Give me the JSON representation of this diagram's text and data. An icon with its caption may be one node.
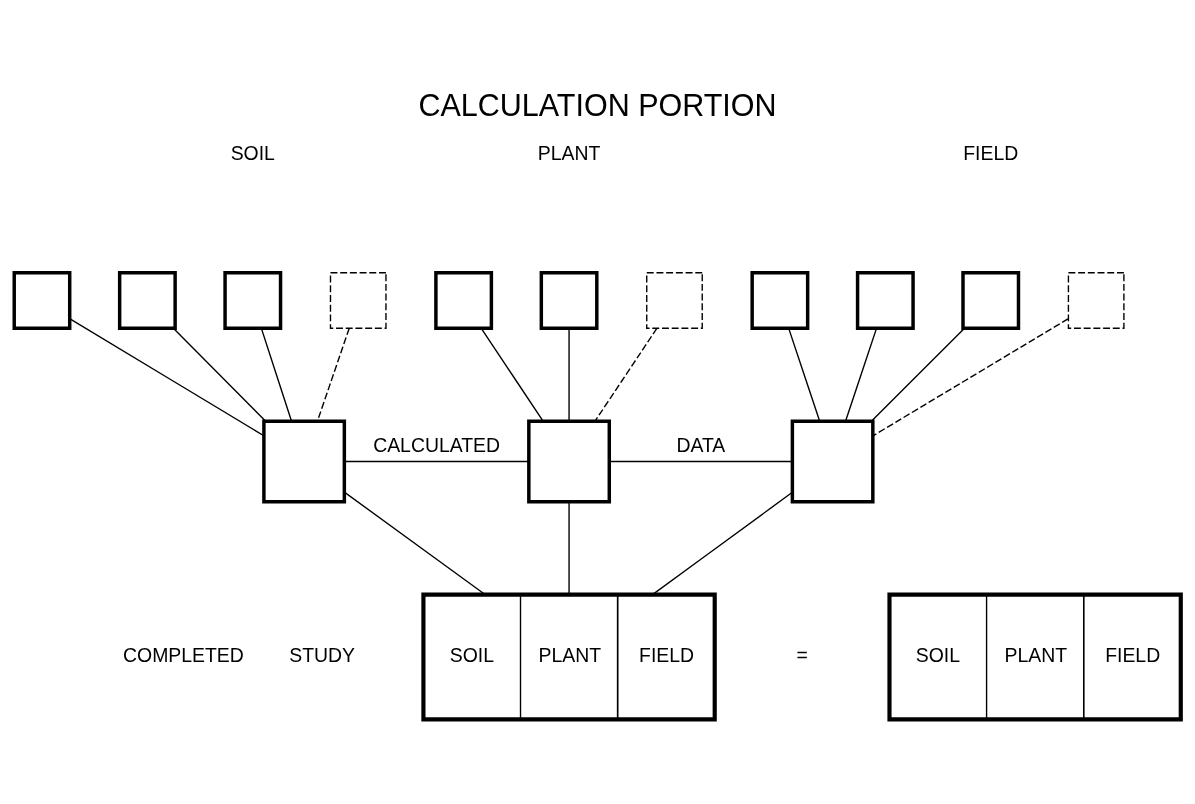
{
  "diagram": {
    "title": "CALCULATION PORTION",
    "nodes": [
      {
        "text": [],
        "shape": "box"
      },
      {
        "text": [],
        "shape": "box"
      },
      {
        "text": [],
        "shape": "box"
      },
      {
        "text": [],
        "shape": "box"
      },
      {
        "text": [],
        "shape": "box"
      },
      {
        "text": [],
        "shape": "box"
      },
      {
        "text": [],
        "shape": "box"
      },
      {
        "text": [],
        "shape": "box"
      },
      {
        "text": [],
        "shape": "box"
      },
      {
        "text": [],
        "shape": "box"
      },
      {
        "text": [],
        "shape": "box"
      },
      {
        "text": [],
        "shape": "box"
      },
      {
        "text": [],
        "shape": "box"
      },
      {
        "text": [],
        "shape": "box"
      },
      {
        "text": [
          "SOIL",
          "PLANT",
          "FIELD"
        ]
      },
      {
        "text": [
          "SOIL",
          "PLANT",
          "FIELD"
        ]
      }
    ],
    "edges": [
      {
        "from": 0,
        "to": 10,
        "arrow": "none"
      },
      {
        "from": 1,
        "to": 10,
        "arrow": "none"
      },
      {
        "from": 2,
        "to": 10,
        "arrow": "none"
      },
      {
        "from": 3,
        "to": 10,
        "arrow": "none",
        "style": "dashed"
      },
      {
        "from": 4,
        "to": 11,
        "arrow": "none"
      },
      {
        "from": 5,
        "to": 11,
        "arrow": "none"
      },
      {
        "from": 6,
        "to": 11,
        "arrow": "none",
        "style": "dashed"
      },
      {
        "from": 7,
        "to": 12,
        "arrow": "none"
      },
      {
        "from": 8,
        "to": 12,
        "arrow": "none"
      },
      {
        "from": 9,
        "to": 12,
        "arrow": "none"
      },
      {
        "from": 13,
        "to": 12,
        "arrow": "none",
        "style": "dashed"
      },
      {
        "from": 10,
        "to": 11,
        "arrow": "none",
        "label": "CALCULATED"
      },
      {
        "from": 11,
        "to": 12,
        "arrow": "none",
        "label": "DATA"
      },
      {
        "from": 10,
        "to": 14,
        "arrow": "none"
      },
      {
        "from": 11,
        "to": 14,
        "arrow": "none"
      },
      {
        "from": 12,
        "to": 14,
        "arrow": "none"
      }
    ],
    "labels": [
      "SOIL",
      "PLANT",
      "FIELD",
      "COMPLETED",
      "STUDY",
      "="
    ]
  }
}
